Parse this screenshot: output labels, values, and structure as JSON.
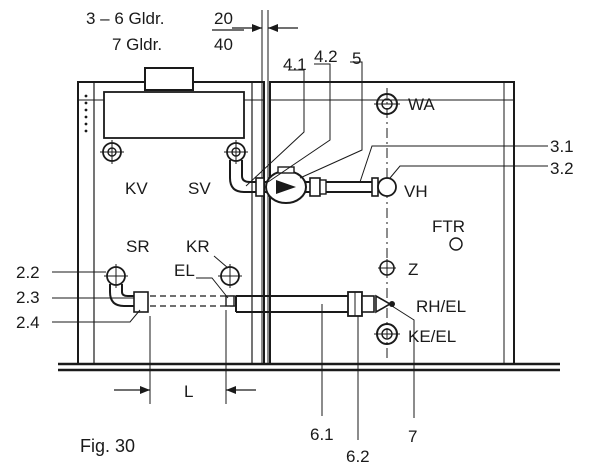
{
  "figure_caption": "Fig. 30",
  "dimension_top": {
    "row1_label": "3 – 6 Gldr.",
    "row1_value": "20",
    "row2_label": "7 Gldr.",
    "row2_value": "40"
  },
  "dimension_bottom": {
    "label": "L"
  },
  "callouts": {
    "c_4_1": "4.1",
    "c_4_2": "4.2",
    "c_5": "5",
    "c_3_1": "3.1",
    "c_3_2": "3.2",
    "c_2_2": "2.2",
    "c_2_3": "2.3",
    "c_2_4": "2.4",
    "c_6_1": "6.1",
    "c_6_2": "6.2",
    "c_7": "7"
  },
  "connection_labels": {
    "wa": "WA",
    "kv": "KV",
    "sv": "SV",
    "vh": "VH",
    "ftr": "FTR",
    "sr": "SR",
    "kr": "KR",
    "el": "EL",
    "z": "Z",
    "rh_el": "RH/EL",
    "ke_el": "KE/EL"
  }
}
